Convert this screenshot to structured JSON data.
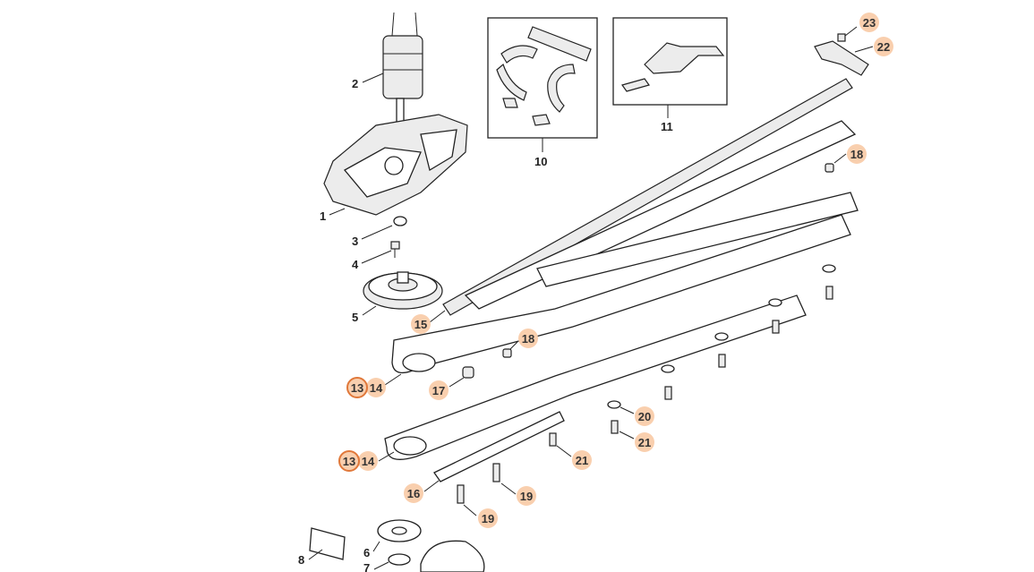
{
  "diagram": {
    "plain_labels": [
      {
        "id": "1",
        "text": "1"
      },
      {
        "id": "2",
        "text": "2"
      },
      {
        "id": "3",
        "text": "3"
      },
      {
        "id": "4",
        "text": "4"
      },
      {
        "id": "5",
        "text": "5"
      },
      {
        "id": "6",
        "text": "6"
      },
      {
        "id": "7",
        "text": "7"
      },
      {
        "id": "8",
        "text": "8"
      },
      {
        "id": "10",
        "text": "10"
      },
      {
        "id": "11",
        "text": "11"
      }
    ],
    "highlighted_labels": [
      {
        "id": "23",
        "text": "23"
      },
      {
        "id": "22",
        "text": "22"
      },
      {
        "id": "18a",
        "text": "18"
      },
      {
        "id": "15",
        "text": "15"
      },
      {
        "id": "18b",
        "text": "18"
      },
      {
        "id": "14a",
        "text": "14"
      },
      {
        "id": "13a",
        "text": "13"
      },
      {
        "id": "17",
        "text": "17"
      },
      {
        "id": "20",
        "text": "20"
      },
      {
        "id": "21a",
        "text": "21"
      },
      {
        "id": "21b",
        "text": "21"
      },
      {
        "id": "14b",
        "text": "14"
      },
      {
        "id": "13b",
        "text": "13"
      },
      {
        "id": "16",
        "text": "16"
      },
      {
        "id": "19a",
        "text": "19"
      },
      {
        "id": "19b",
        "text": "19"
      }
    ],
    "colors": {
      "highlight_fill": "#f9cfae",
      "selected_ring": "#e0783a",
      "line": "#222222"
    }
  }
}
